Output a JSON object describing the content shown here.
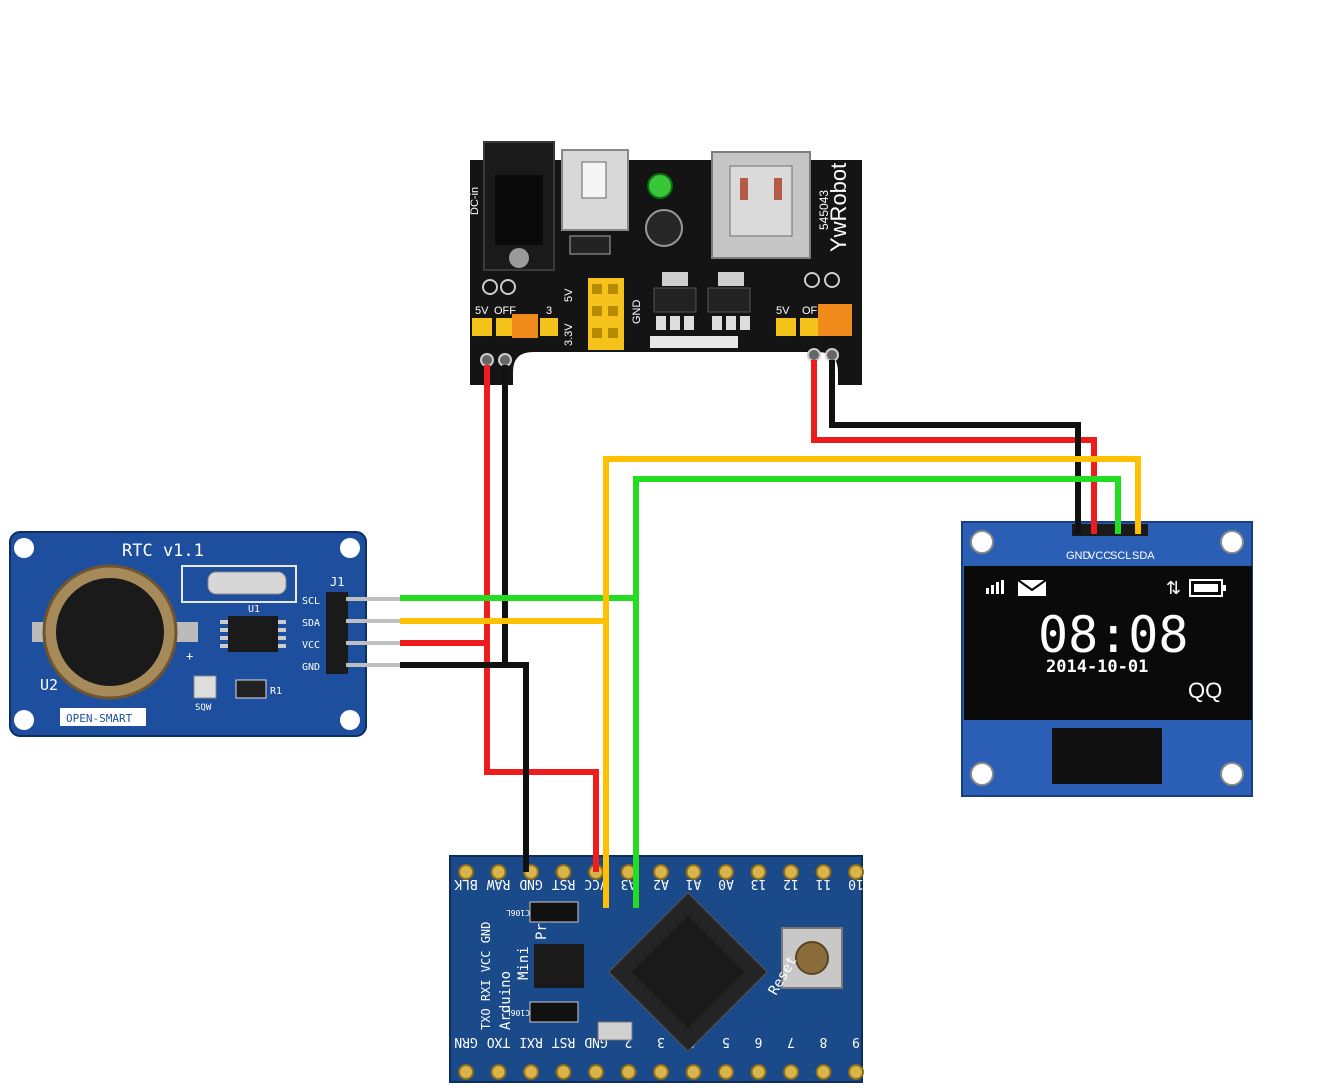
{
  "colors": {
    "wire_red": "#ee1c1c",
    "wire_black": "#111111",
    "wire_yellow": "#ffc000",
    "wire_green": "#22dd22",
    "pcb_blue": "#1d4f9e",
    "pcb_black": "#141414",
    "jumper_yellow": "#f4c21a",
    "oled_text": "#ffffff"
  },
  "power_module": {
    "dc_label": "DC-in",
    "brand": "YwRobot",
    "part_no": "545043",
    "left_rail": {
      "label_5v": "5V",
      "label_off": "OFF",
      "label_3": "3"
    },
    "center": {
      "label_5v": "5V",
      "label_33": "3.3V",
      "label_gnd": "GND"
    },
    "right_rail": {
      "label_5v": "5V",
      "label_off": "OFF"
    }
  },
  "rtc": {
    "title": "RTC v1.1",
    "header_label": "J1",
    "pins": [
      "SCL",
      "SDA",
      "VCC",
      "GND"
    ],
    "chip_label": "U1",
    "battery_label": "U2",
    "res_label": "R1",
    "sqw_label": "SQW",
    "plus_label": "+",
    "brand": "OPEN-SMART"
  },
  "oled": {
    "pins": [
      "GND",
      "VCC",
      "SCL",
      "SDA"
    ],
    "time": "08:08",
    "date": "2014-10-01",
    "corner": "QQ",
    "icons": [
      "signal-icon",
      "mail-icon",
      "transfer-icon",
      "battery-icon"
    ]
  },
  "arduino": {
    "top_pins": [
      "BLK",
      "RAW",
      "GND",
      "RST",
      "VCC",
      "A3",
      "A2",
      "A1",
      "A0",
      "13",
      "12",
      "11",
      "10"
    ],
    "bottom_pins": [
      "GRN",
      "TXO",
      "RXI",
      "RST",
      "GND",
      "2",
      "3",
      "4",
      "5",
      "6",
      "7",
      "8",
      "9"
    ],
    "left_pins": "TXO RXI VCC GND",
    "name_lines": [
      "Arduino",
      "Mini",
      "Pro"
    ],
    "cap_label": "C106L",
    "reset_label": "Reset"
  }
}
